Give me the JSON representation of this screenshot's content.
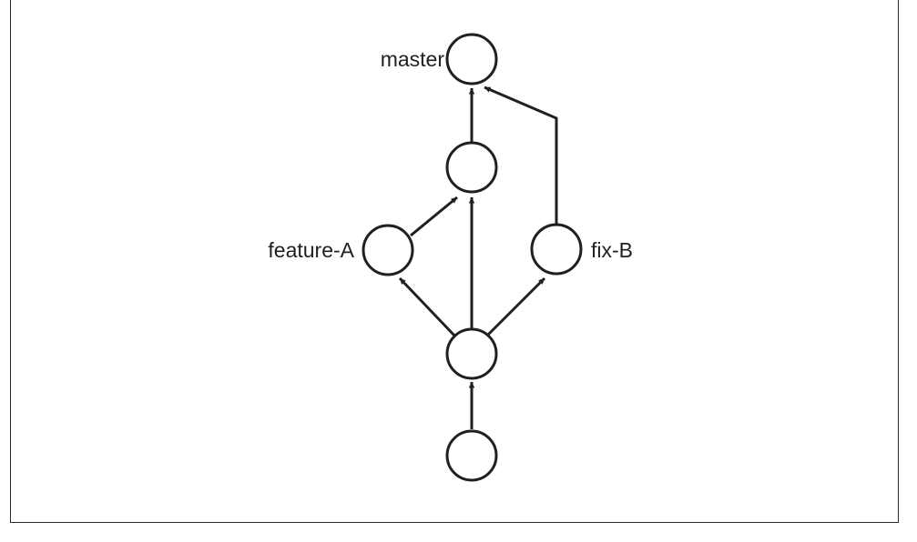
{
  "diagram": {
    "type": "git-branch-graph",
    "labels": {
      "master": "master",
      "feature": "feature-A",
      "fix": "fix-B"
    },
    "commits": [
      {
        "id": "root",
        "label": ""
      },
      {
        "id": "base",
        "label": ""
      },
      {
        "id": "feature-a",
        "label": "feature-A"
      },
      {
        "id": "fix-b",
        "label": "fix-B"
      },
      {
        "id": "merge-1",
        "label": ""
      },
      {
        "id": "master",
        "label": "master"
      }
    ],
    "edges": [
      {
        "from": "root",
        "to": "base"
      },
      {
        "from": "base",
        "to": "feature-a"
      },
      {
        "from": "base",
        "to": "merge-1"
      },
      {
        "from": "base",
        "to": "fix-b"
      },
      {
        "from": "feature-a",
        "to": "merge-1"
      },
      {
        "from": "merge-1",
        "to": "master"
      },
      {
        "from": "fix-b",
        "to": "master"
      }
    ],
    "colors": {
      "stroke": "#231f20",
      "node_fill": "#ffffff",
      "frame": "#2a2a2a"
    }
  }
}
